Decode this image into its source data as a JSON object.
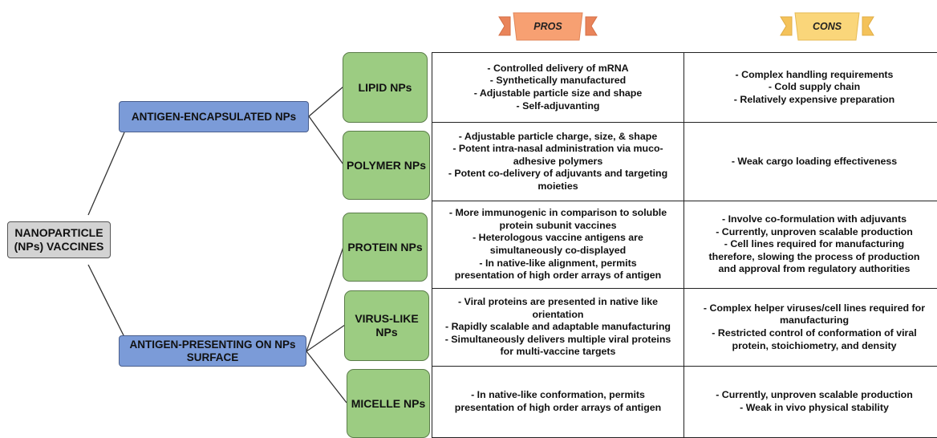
{
  "root": {
    "lines": [
      "NANOPARTICLE",
      "(NPs)  VACCINES"
    ]
  },
  "headers": {
    "pros": "PROS",
    "cons": "CONS"
  },
  "colors": {
    "pros_banner": "#f7a072",
    "cons_banner": "#fad67a",
    "category_fill": "#7b9bd8",
    "type_fill": "#9ccc82",
    "root_fill": "#d3d3d3"
  },
  "categories": [
    {
      "lines": [
        "ANTIGEN-ENCAPSULATED NPs"
      ]
    },
    {
      "lines": [
        "ANTIGEN-PRESENTING ON NPs",
        "SURFACE"
      ]
    }
  ],
  "rows": [
    {
      "type": [
        "LIPID NPs"
      ],
      "pros": [
        "- Controlled delivery of mRNA",
        "- Synthetically manufactured",
        "- Adjustable particle size and shape",
        "- Self-adjuvanting"
      ],
      "cons": [
        "- Complex handling requirements",
        "- Cold supply chain",
        "- Relatively expensive preparation"
      ]
    },
    {
      "type": [
        "POLYMER NPs"
      ],
      "pros": [
        "- Adjustable particle charge, size, & shape",
        "- Potent intra-nasal administration via muco-",
        "adhesive polymers",
        "- Potent co-delivery of adjuvants and targeting",
        "moieties"
      ],
      "cons": [
        "- Weak cargo loading effectiveness"
      ]
    },
    {
      "type": [
        "PROTEIN NPs"
      ],
      "pros": [
        "- More immunogenic in comparison to soluble",
        "protein subunit vaccines",
        "- Heterologous vaccine antigens are",
        "simultaneously co-displayed",
        "- In native-like alignment, permits",
        "presentation of high order arrays of antigen"
      ],
      "cons": [
        "-    Involve co-formulation with adjuvants",
        "-    Currently, unproven scalable production",
        "-    Cell lines required for manufacturing",
        "therefore, slowing the process of production",
        "and approval from regulatory authorities"
      ]
    },
    {
      "type": [
        "VIRUS-LIKE",
        "NPs"
      ],
      "pros": [
        "- Viral proteins are presented in native like",
        "orientation",
        "- Rapidly scalable and adaptable manufacturing",
        "- Simultaneously delivers multiple viral proteins",
        "for multi-vaccine targets"
      ],
      "cons": [
        "-    Complex helper viruses/cell lines required for",
        "manufacturing",
        "-    Restricted control of conformation of viral",
        "protein, stoichiometry, and density"
      ]
    },
    {
      "type": [
        "MICELLE NPs"
      ],
      "pros": [
        "- In native-like conformation, permits",
        "presentation of high order arrays of antigen"
      ],
      "cons": [
        "- Currently, unproven scalable production",
        "- Weak in vivo physical stability"
      ]
    }
  ]
}
